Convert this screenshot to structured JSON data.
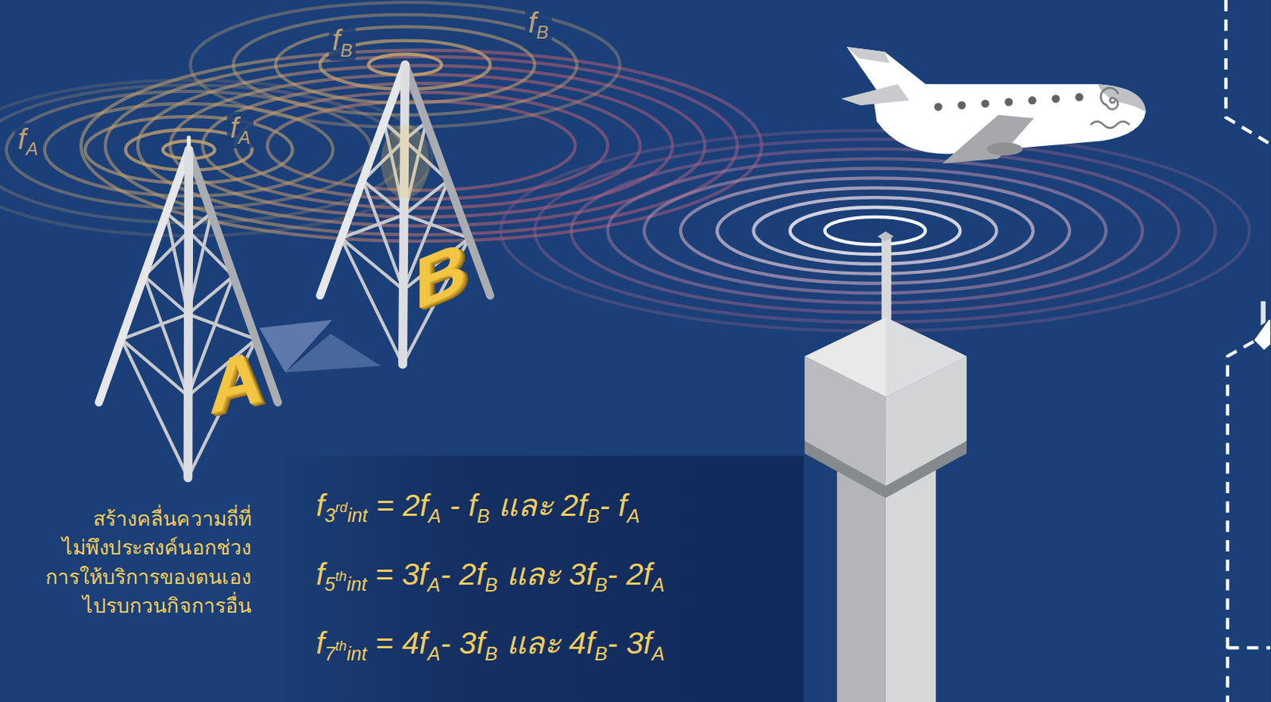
{
  "diagram": {
    "nodes": [
      {
        "text": [
          "f3rdint = 2fA - fB และ 2fB- fA",
          "f5thint = 3fA- 2fB และ 3fB- 2fA",
          "f7thint = 4fA- 3fB และ 4fB- 3fA"
        ]
      }
    ],
    "labels": [
      "fA",
      "fA",
      "fB",
      "fB",
      "A",
      "B",
      "สร้างคลื่นความถี่ที่ ไม่พึงประสงค์นอกช่วง การให้บริการของตนเอง ไปรบกวนกิจการอื่น"
    ]
  }
}
